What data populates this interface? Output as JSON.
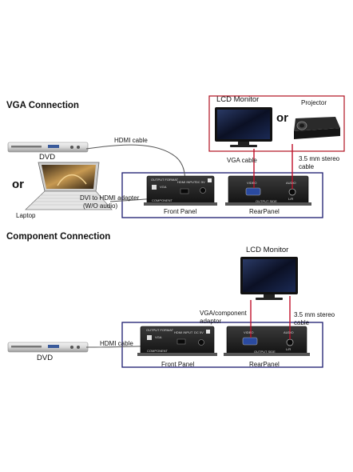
{
  "vga": {
    "title": "VGA Connection",
    "dvd_label": "DVD",
    "hdmi_cable": "HDMI cable",
    "or_left": "or",
    "laptop_label": "Laptop",
    "dvi_adapter_line1": "DVI to HDMI adapter",
    "dvi_adapter_line2": "(W/O audio)",
    "front_panel": "Front Panel",
    "rear_panel": "RearPanel",
    "lcd_monitor": "LCD Monitor",
    "or_right": "or",
    "projector": "Projector",
    "vga_cable": "VGA cable",
    "stereo_line1": "3.5 mm stereo",
    "stereo_line2": "cable"
  },
  "component": {
    "title": "Component Connection",
    "dvd_label": "DVD",
    "hdmi_cable": "HDMI cable",
    "front_panel": "Front Panel",
    "rear_panel": "RearPanel",
    "lcd_monitor": "LCD Monitor",
    "vga_adaptor_line1": "VGA/component",
    "vga_adaptor_line2": "adaptor",
    "stereo_line1": "3.5 mm stereo",
    "stereo_line2": "cable"
  },
  "panel_text": {
    "output_format": "OUTPUT FORMAT",
    "vga": "VGA",
    "component": "COMPONENT",
    "hdmi_input": "HDMI INPUT",
    "dc5v": "DC 5V",
    "video": "VIDEO",
    "audio": "AUDIO",
    "lr": "L/R",
    "output_side": "OUTPUT SIDE"
  },
  "colors": {
    "frame_blue": "#1a1a6e",
    "frame_red": "#b01020",
    "cable_red": "#c0102a",
    "cable_grey": "#555555",
    "device_dark": "#1e1e1e"
  }
}
